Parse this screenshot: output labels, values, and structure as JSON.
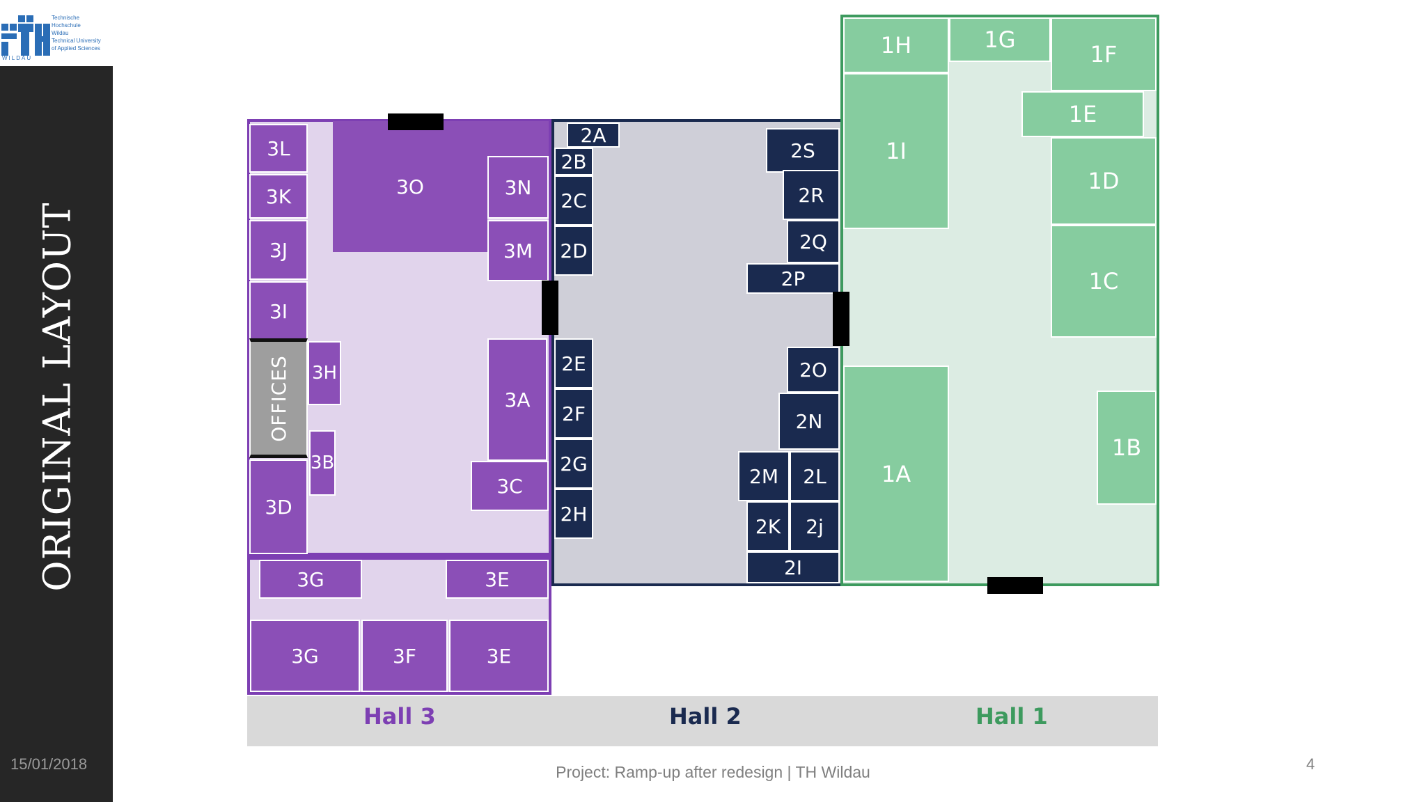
{
  "slide": {
    "title": "ORIGINAL LAYOUT",
    "date": "15/01/2018",
    "footer": "Project: Ramp-up after redesign | TH Wildau",
    "page_number": "4"
  },
  "logo": {
    "text_lines": "Technische\nHochschule\nWildau\nTechnical University\nof Applied Sciences",
    "wordmark": "WILDAU",
    "color": "#2a6db6"
  },
  "halls": {
    "hall3": {
      "label": "Hall 3",
      "color": "#7d3fb3"
    },
    "hall2": {
      "label": "Hall 2",
      "color": "#1a2a4f"
    },
    "hall1": {
      "label": "Hall 1",
      "color": "#3d9a5e"
    }
  },
  "areas": {
    "h3": {
      "3L": "3L",
      "3K": "3K",
      "3J": "3J",
      "3I": "3I",
      "offices": "OFFICES",
      "3D": "3D",
      "3O": "3O",
      "3N": "3N",
      "3M": "3M",
      "3H": "3H",
      "3B": "3B",
      "3A": "3A",
      "3C": "3C",
      "3G_top": "3G",
      "3E_top": "3E",
      "3G_bottom": "3G",
      "3F": "3F",
      "3E_bottom": "3E"
    },
    "h2": {
      "2A": "2A",
      "2B": "2B",
      "2C": "2C",
      "2D": "2D",
      "2E": "2E",
      "2F": "2F",
      "2G": "2G",
      "2H": "2H",
      "2S": "2S",
      "2R": "2R",
      "2Q": "2Q",
      "2P": "2P",
      "2O": "2O",
      "2N": "2N",
      "2M": "2M",
      "2L": "2L",
      "2K": "2K",
      "2j": "2j",
      "2I": "2I"
    },
    "h1": {
      "1H": "1H",
      "1G": "1G",
      "1F": "1F",
      "1E": "1E",
      "1I": "1I",
      "1D": "1D",
      "1C": "1C",
      "1A": "1A",
      "1B": "1B"
    }
  }
}
